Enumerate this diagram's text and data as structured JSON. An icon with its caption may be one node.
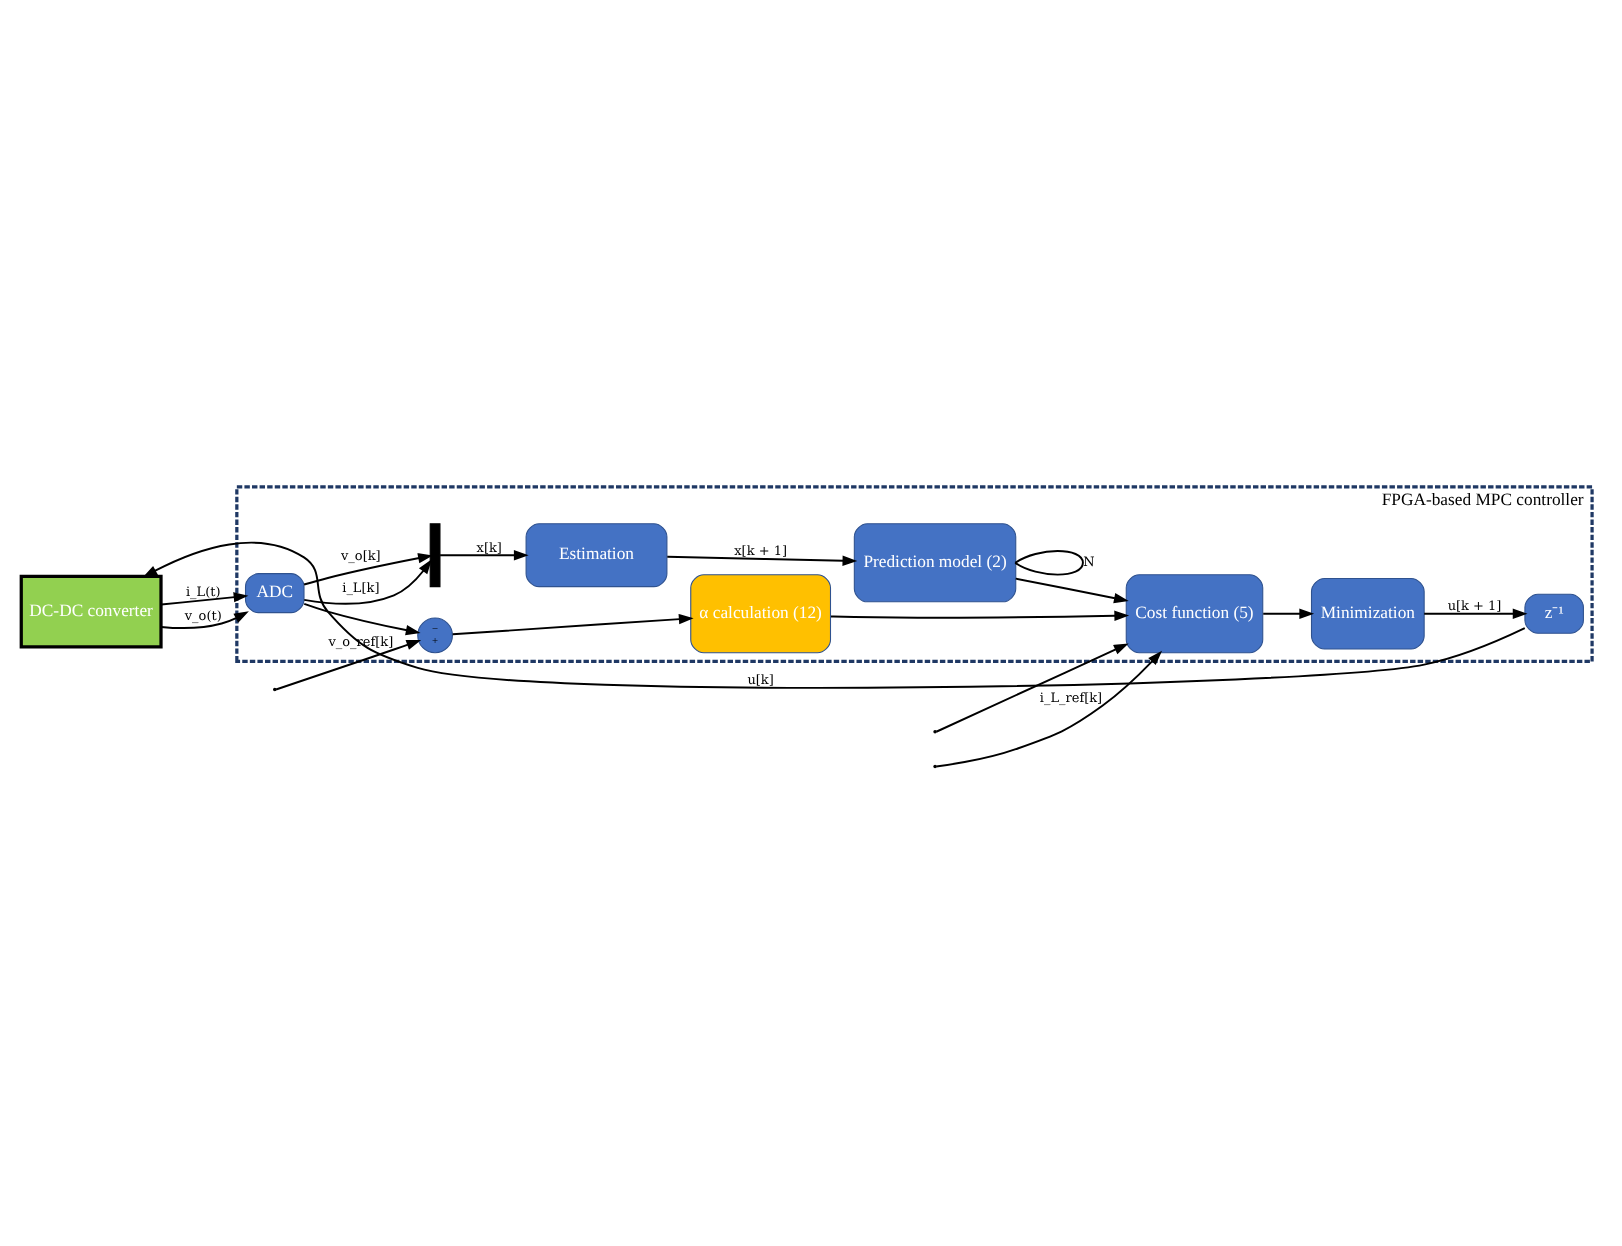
{
  "diagram": {
    "nodes": [
      {
        "text": [
          "FPGA-based MPC controller"
        ]
      },
      {
        "text": [
          "DC-DC converter"
        ]
      },
      {
        "text": [
          "ADC"
        ],
        "in": 0
      },
      {
        "text": [],
        "shape": "bar",
        "in": 0
      },
      {
        "text": [
          "Estimation"
        ],
        "in": 0
      },
      {
        "text": [
          "Prediction model (2)"
        ],
        "in": 0
      },
      {
        "text": [
          "−",
          "+"
        ],
        "in": 0
      },
      {
        "text": [
          "α calculation (12)"
        ],
        "in": 0
      },
      {
        "text": [
          "Cost function (5)"
        ],
        "in": 0
      },
      {
        "text": [
          "Minimization"
        ],
        "in": 0
      },
      {
        "text": [
          "z⁻¹"
        ],
        "in": 0
      }
    ],
    "edges": [
      {
        "from": 1,
        "to": 2,
        "arrow": "to",
        "label": "i_L(t)"
      },
      {
        "from": 1,
        "to": 2,
        "arrow": "to",
        "label": "v_o(t)"
      },
      {
        "from": 2,
        "to": 3,
        "arrow": "to",
        "label": "i_L[k]"
      },
      {
        "from": 2,
        "to": 3,
        "arrow": "to",
        "label": "v_o[k]"
      },
      {
        "from": 2,
        "to": 6,
        "arrow": "to"
      },
      {
        "from": 3,
        "to": 4,
        "arrow": "to",
        "label": "x[k]"
      },
      {
        "from": 4,
        "to": 5,
        "arrow": "to",
        "label": "x[k + 1]"
      },
      {
        "from": 5,
        "to": 5,
        "arrow": "none",
        "label": "N"
      },
      {
        "from": 5,
        "to": 8,
        "arrow": "to"
      },
      {
        "from": null,
        "to": 6,
        "arrow": "to",
        "label": "v_o_ref[k]"
      },
      {
        "from": null,
        "to": 8,
        "arrow": "to"
      },
      {
        "from": 6,
        "to": 7,
        "arrow": "to"
      },
      {
        "from": 7,
        "to": 8,
        "arrow": "to"
      },
      {
        "from": null,
        "to": 8,
        "arrow": "to",
        "label": "i_L_ref[k]"
      },
      {
        "from": 8,
        "to": 9,
        "arrow": "to"
      },
      {
        "from": 9,
        "to": 10,
        "arrow": "to",
        "label": "u[k + 1]"
      },
      {
        "from": 10,
        "to": 1,
        "arrow": "to",
        "label": "u[k]"
      }
    ]
  }
}
